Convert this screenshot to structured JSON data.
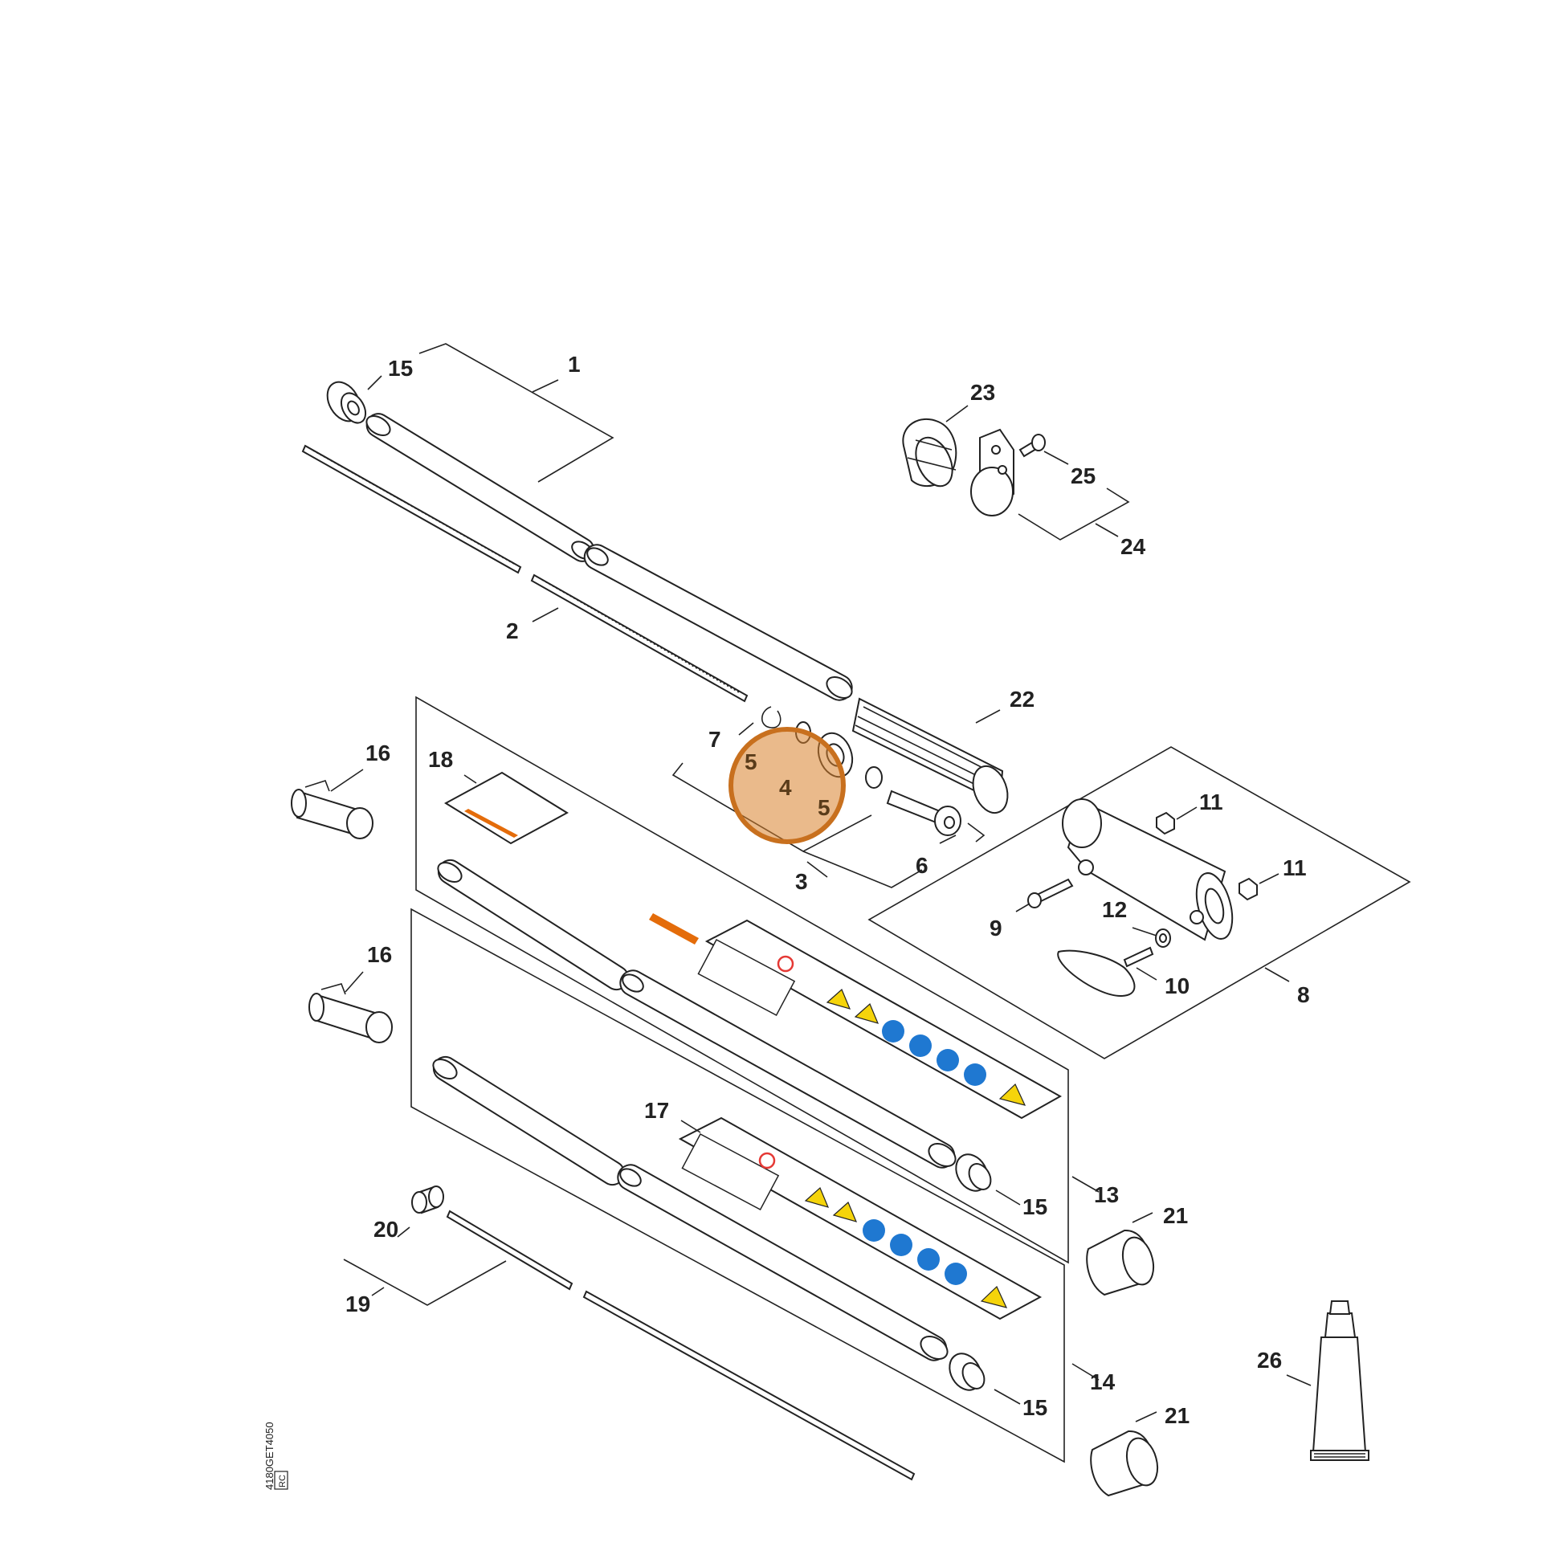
{
  "diagram": {
    "highlight_color": "#d9822b",
    "label_color": "#e46c0a",
    "warning_yellow": "#f5d40b",
    "info_blue": "#1f78d1",
    "prohibit_red": "#e53935",
    "callouts": [
      {
        "id": "c1",
        "text": "1"
      },
      {
        "id": "c2",
        "text": "2"
      },
      {
        "id": "c3",
        "text": "3"
      },
      {
        "id": "c4",
        "text": "4"
      },
      {
        "id": "c5a",
        "text": "5"
      },
      {
        "id": "c5b",
        "text": "5"
      },
      {
        "id": "c6",
        "text": "6"
      },
      {
        "id": "c7",
        "text": "7"
      },
      {
        "id": "c8",
        "text": "8"
      },
      {
        "id": "c9",
        "text": "9"
      },
      {
        "id": "c10",
        "text": "10"
      },
      {
        "id": "c11a",
        "text": "11"
      },
      {
        "id": "c11b",
        "text": "11"
      },
      {
        "id": "c12",
        "text": "12"
      },
      {
        "id": "c13",
        "text": "13"
      },
      {
        "id": "c14",
        "text": "14"
      },
      {
        "id": "c15a",
        "text": "15"
      },
      {
        "id": "c15b",
        "text": "15"
      },
      {
        "id": "c15c",
        "text": "15"
      },
      {
        "id": "c16a",
        "text": "16"
      },
      {
        "id": "c16b",
        "text": "16"
      },
      {
        "id": "c17",
        "text": "17"
      },
      {
        "id": "c18",
        "text": "18"
      },
      {
        "id": "c19",
        "text": "19"
      },
      {
        "id": "c20",
        "text": "20"
      },
      {
        "id": "c21a",
        "text": "21"
      },
      {
        "id": "c21b",
        "text": "21"
      },
      {
        "id": "c22",
        "text": "22"
      },
      {
        "id": "c23",
        "text": "23"
      },
      {
        "id": "c24",
        "text": "24"
      },
      {
        "id": "c25",
        "text": "25"
      },
      {
        "id": "c26",
        "text": "26"
      }
    ],
    "drawing_code": "4180GET4050",
    "drawing_code_tag": "RC"
  }
}
